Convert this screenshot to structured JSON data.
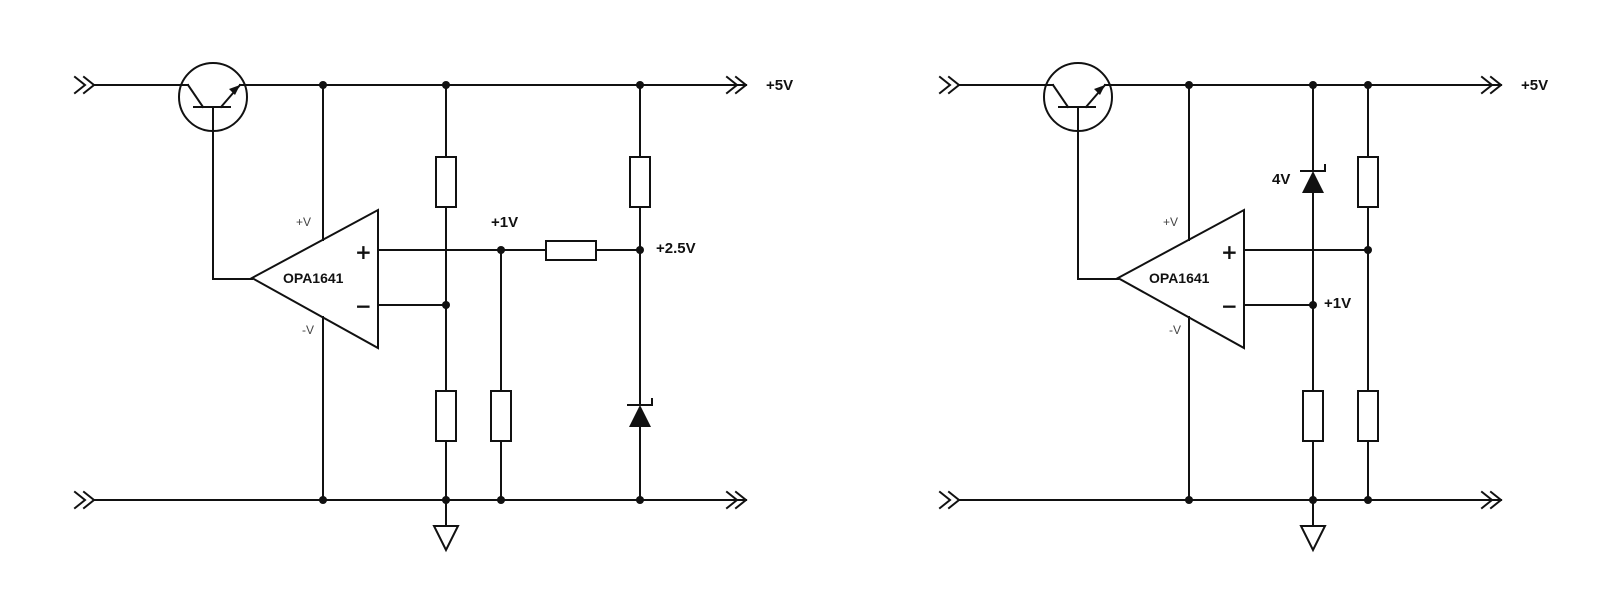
{
  "circuits": [
    {
      "opamp": {
        "name": "OPA1641",
        "vpos_pin": "+V",
        "vneg_pin": "-V",
        "in_plus": "+",
        "in_minus": "−"
      },
      "labels": {
        "rail": "+5V",
        "node_a": "+1V",
        "node_b": "+2.5V"
      }
    },
    {
      "opamp": {
        "name": "OPA1641",
        "vpos_pin": "+V",
        "vneg_pin": "-V",
        "in_plus": "+",
        "in_minus": "−"
      },
      "labels": {
        "rail": "+5V",
        "zener": "4V",
        "node_a": "+1V"
      }
    }
  ],
  "colors": {
    "ink": "#111111",
    "pin_label": "#444444",
    "background": "#ffffff"
  }
}
